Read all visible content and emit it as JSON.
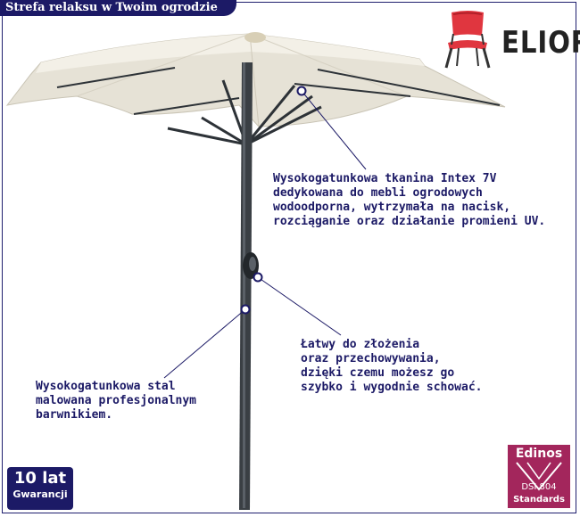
{
  "banner": {
    "title": "Strefa relaksu w Twoim ogrodzie"
  },
  "brand": {
    "name": "ELIOR",
    "icon": "chair-icon",
    "color": "#e0363f"
  },
  "callouts": {
    "fabric": "Wysokogatunkowa tkanina Intex 7V\ndedykowana do mebli ogrodowych\nwodoodporna, wytrzymała na nacisk,\nrozciąganie oraz działanie promieni UV.",
    "fold": "Łatwy do złożenia\noraz przechowywania,\ndzięki czemu możesz go\nszybko i wygodnie schować.",
    "steel": "Wysokogatunkowa stal\nmalowana profesjonalnym\nbarwnikiem."
  },
  "warranty": {
    "years": "10 lat",
    "label": "Gwarancji"
  },
  "badge": {
    "name": "Edinos",
    "code": "DSI 804",
    "standard": "Standards"
  },
  "colors": {
    "navy": "#1c1a66",
    "canopy": "#e6e2d6",
    "pole": "#3a3f44",
    "badge": "#a3265c"
  }
}
